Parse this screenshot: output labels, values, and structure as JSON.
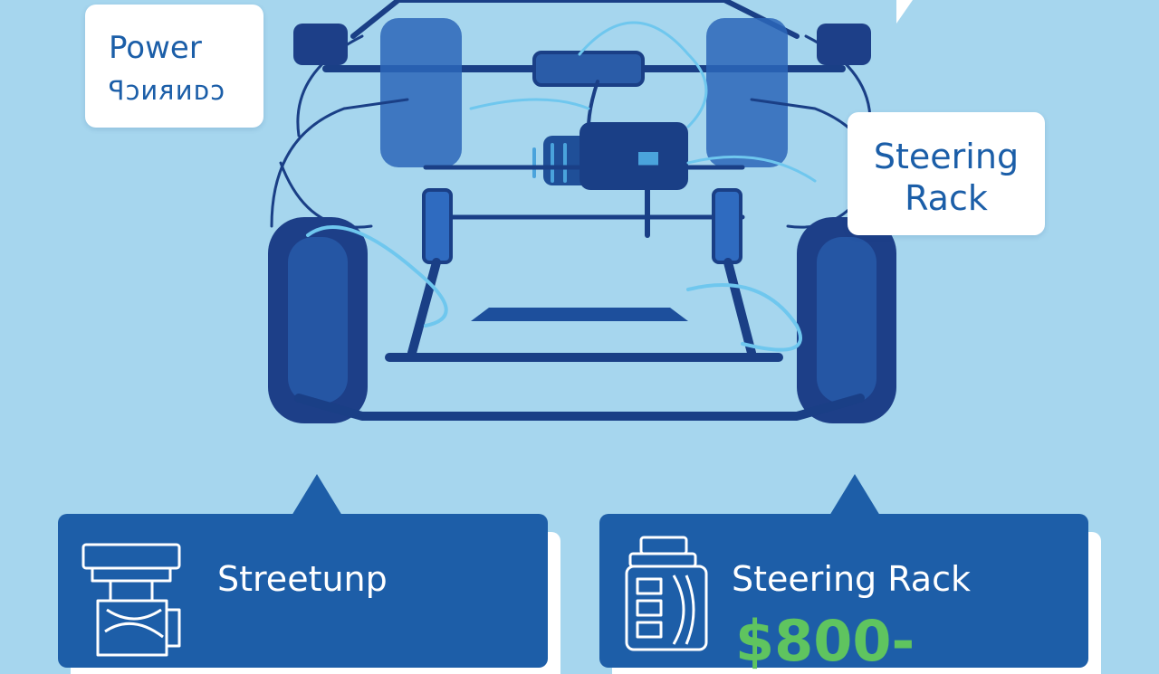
{
  "callouts": {
    "power": {
      "line1": "Power",
      "line2": "ꟼᴐᴎᴙᴎᴅᴐ"
    },
    "steering_rack": {
      "line1": "Steering",
      "line2": "Rack"
    }
  },
  "cards": [
    {
      "title": "Streetunp",
      "icon": "pump-icon"
    },
    {
      "title": "Steering Rack",
      "price": "$800-",
      "icon": "steering-rack-icon"
    }
  ],
  "colors": {
    "background": "#a6d6ee",
    "card_blue": "#1d5ea8",
    "navy_outline": "#1a3f86",
    "callout_text": "#1b5ea8",
    "price_green": "#5fc45f"
  }
}
